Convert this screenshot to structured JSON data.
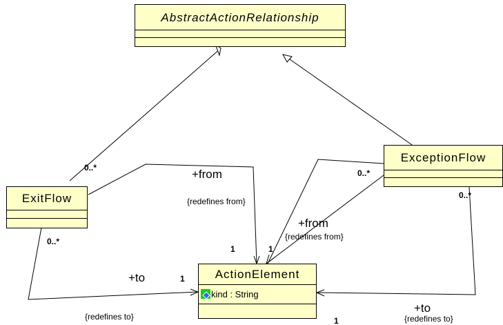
{
  "classes": {
    "abstract_action_relationship": {
      "name": "AbstractActionRelationship"
    },
    "exit_flow": {
      "name": "ExitFlow"
    },
    "exception_flow": {
      "name": "ExceptionFlow"
    },
    "action_element": {
      "name": "ActionElement",
      "attribute": "kind : String"
    }
  },
  "labels": {
    "exitflow_general_mult": "0..*",
    "exitflow_to_mult": "0..*",
    "exitflow_from_role": "+from",
    "exitflow_from_constraint": "{redefines from}",
    "exitflow_to_role": "+to",
    "exitflow_to_constraint": "{redefines to}",
    "exitflow_from_target_mult": "1",
    "exitflow_to_target_mult": "1",
    "exception_from_mult": "0..*",
    "exception_to_mult": "0..*",
    "exception_from_role": "+from",
    "exception_from_constraint": "{redefines from}",
    "exception_from_target_mult": "1",
    "exception_to_role": "+to",
    "exception_to_constraint": "{redefines to}",
    "exception_to_target_mult": "1"
  },
  "colors": {
    "class_fill": "#ffffc8",
    "line": "#000000",
    "attr_icon_green": "#1ec81e",
    "attr_icon_blue": "#1e6eff"
  },
  "icons": {
    "attribute": "attribute-icon"
  }
}
